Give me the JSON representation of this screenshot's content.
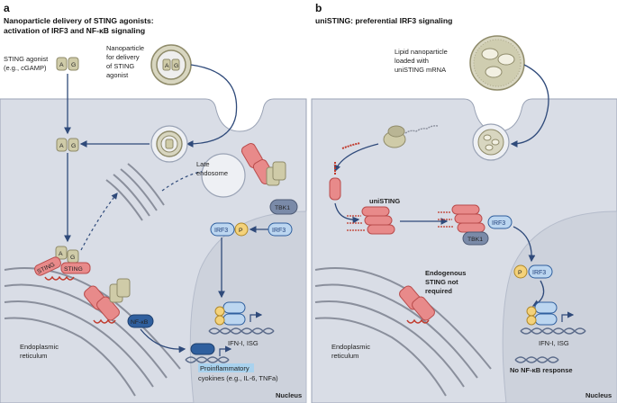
{
  "panel_a": {
    "letter": "a",
    "title_line1": "Nanoparticle delivery of STING agonists:",
    "title_line2": "activation of IRF3 and NF-κB signaling",
    "agonist_label_1": "STING agonist",
    "agonist_label_2": "(e.g., cGAMP)",
    "nanoparticle_label_1": "Nanoparticle",
    "nanoparticle_label_2": "for delivery",
    "nanoparticle_label_3": "of STING",
    "nanoparticle_label_4": "agonist",
    "late_endosome_1": "Late",
    "late_endosome_2": "endosome",
    "tbk1": "TBK1",
    "irf3": "IRF3",
    "p": "P",
    "sting": "STING",
    "a": "A",
    "g": "G",
    "nfkb": "NF-κB",
    "er_label_1": "Endoplasmic",
    "er_label_2": "reticulum",
    "ifn_label": "IFN-I, ISG",
    "proinflammatory": "Proinflammatory",
    "cytokines": "cyokines (e.g., IL-6, TNFa)",
    "nucleus": "Nucleus"
  },
  "panel_b": {
    "letter": "b",
    "title": "uniSTING: preferential IRF3 signaling",
    "lnp_label_1": "Lipid nanoparticle",
    "lnp_label_2": "loaded with",
    "lnp_label_3": "uniSTING mRNA",
    "unisting": "uniSTING",
    "tbk1": "TBK1",
    "irf3": "IRF3",
    "p": "P",
    "endogenous_1": "Endogenous",
    "endogenous_2": "STING not",
    "endogenous_3": "required",
    "er_label_1": "Endoplasmic",
    "er_label_2": "reticulum",
    "ifn_label": "IFN-I, ISG",
    "no_nfkb": "No NF-κB response",
    "nucleus": "Nucleus"
  },
  "colors": {
    "cell": "#d9dde6",
    "cell_edge": "#9aa3b5",
    "nucleus": "#cdd2dc",
    "sting_red": "#e88a8a",
    "blue_pill": "#bcd6f0",
    "dark_blue": "#2f5f9e",
    "tan": "#cfcba8",
    "arrow": "#2f4a7a"
  }
}
